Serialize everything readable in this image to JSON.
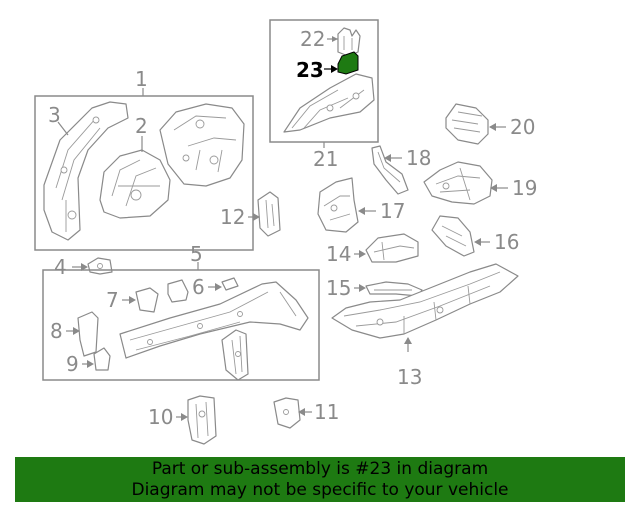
{
  "callouts": {
    "c1": "1",
    "c2": "2",
    "c3": "3",
    "c4": "4",
    "c5": "5",
    "c6": "6",
    "c7": "7",
    "c8": "8",
    "c9": "9",
    "c10": "10",
    "c11": "11",
    "c12": "12",
    "c13": "13",
    "c14": "14",
    "c15": "15",
    "c16": "16",
    "c17": "17",
    "c18": "18",
    "c19": "19",
    "c20": "20",
    "c21": "21",
    "c22": "22",
    "c23": "23"
  },
  "highlighted_part": "23",
  "colors": {
    "highlight": "#1e7a12",
    "linework": "#8a8a8a",
    "footer_bg": "#1e7a12"
  },
  "footer": {
    "line1": "Part or sub-assembly is #23 in diagram",
    "line2": "Diagram may not be specific to your vehicle"
  }
}
